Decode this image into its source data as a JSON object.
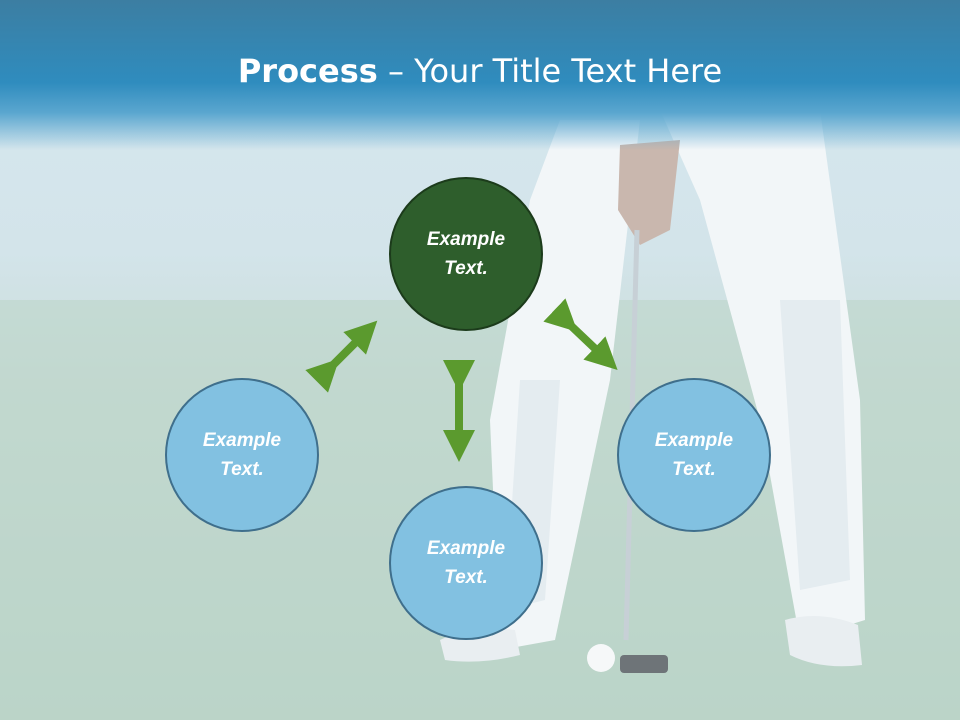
{
  "slide": {
    "title_bold": "Process",
    "title_rest": " – Your Title Text Here"
  },
  "nodes": {
    "top": "Example\nText.",
    "left": "Example\nText.",
    "right": "Example\nText.",
    "bottom": "Example\nText."
  },
  "colors": {
    "title_band": "#2f8cbe",
    "top_node": "#2e5e2c",
    "side_nodes": "#82c1e1",
    "arrows": "#5b9a2e"
  }
}
